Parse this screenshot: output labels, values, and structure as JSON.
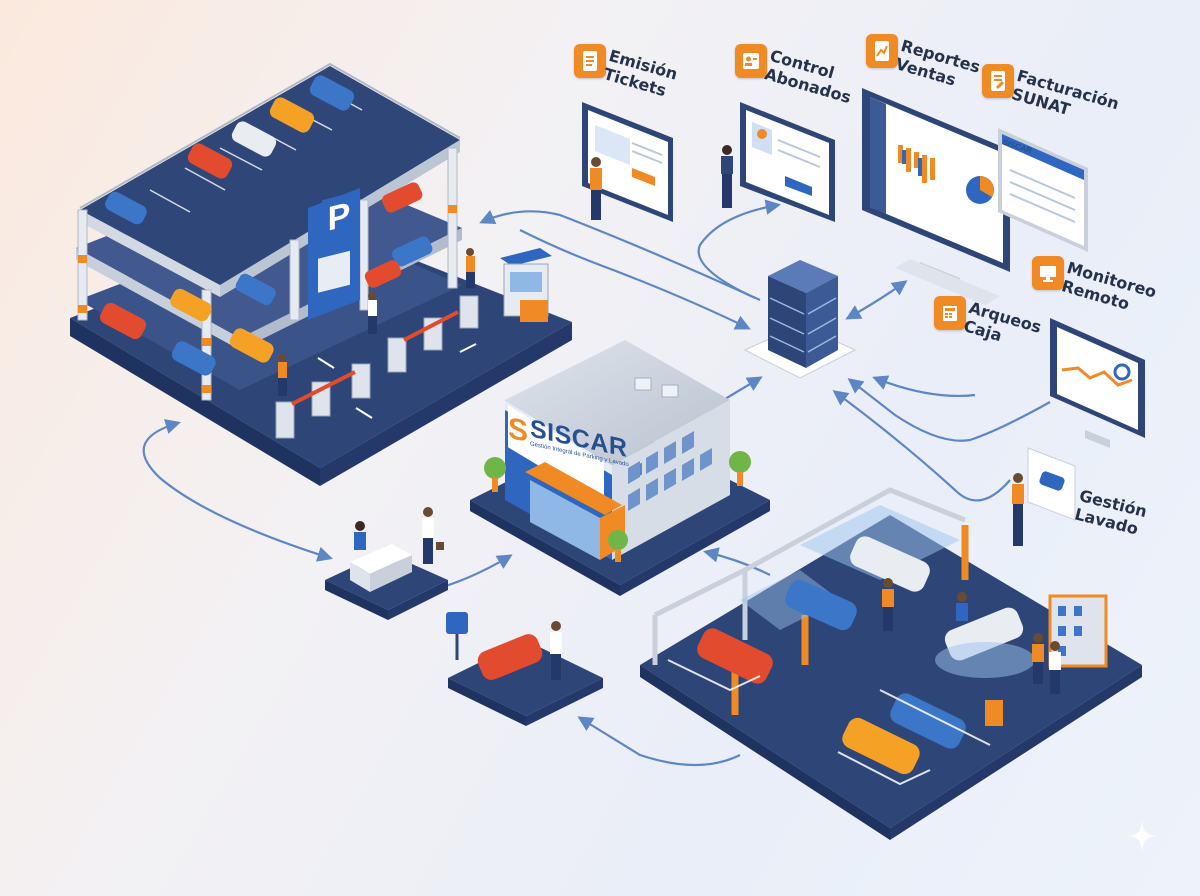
{
  "labels": {
    "emision": {
      "line1": "Emisión",
      "line2": "Tickets",
      "icon": "ticket-icon"
    },
    "control": {
      "line1": "Control",
      "line2": "Abonados",
      "icon": "id-card-icon"
    },
    "reportes": {
      "line1": "Reportes",
      "line2": "Ventas",
      "icon": "report-icon"
    },
    "facturacion": {
      "line1": "Facturación",
      "line2": "SUNAT",
      "icon": "invoice-icon"
    },
    "monitoreo": {
      "line1": "Monitoreo",
      "line2": "Remoto",
      "icon": "monitor-icon"
    },
    "arqueos": {
      "line1": "Arqueos",
      "line2": "Caja",
      "icon": "cash-register-icon"
    },
    "lavado": {
      "line1": "Gestión",
      "line2": "Lavado",
      "icon": "car-wash-icon"
    }
  },
  "brand": {
    "name": "SISCAR",
    "tagline": "Gestión Integral de Parking y Lavado",
    "mini": "SISCAR"
  },
  "parking_sign": "P",
  "colors": {
    "navy": "#2d4577",
    "blue": "#2f66c0",
    "orange": "#f08a24",
    "grey": "#c9d0db",
    "arrow": "#5d86c4"
  }
}
